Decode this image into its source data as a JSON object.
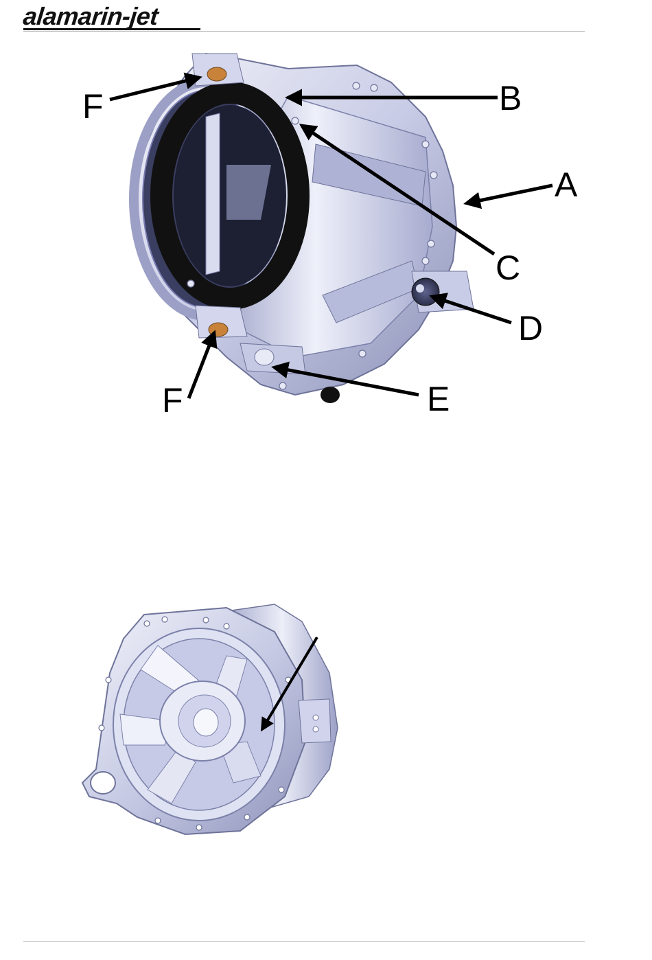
{
  "header": {
    "logo_text": "alamarin-jet",
    "accent_color": "#111111"
  },
  "figure1": {
    "callouts": {
      "a": "A",
      "b": "B",
      "c": "C",
      "d": "D",
      "e": "E",
      "f_top": "F",
      "f_bottom": "F"
    },
    "colors": {
      "metal_light": "#e4e6f3",
      "metal_mid": "#b9bddb",
      "metal_dark": "#8d92b8",
      "rubber_ring": "#111111",
      "bushing": "#c8823a"
    }
  },
  "figure2": {
    "colors": {
      "metal_light": "#eceef8",
      "metal_mid": "#c3c7e2",
      "metal_dark": "#8f94bb"
    }
  }
}
